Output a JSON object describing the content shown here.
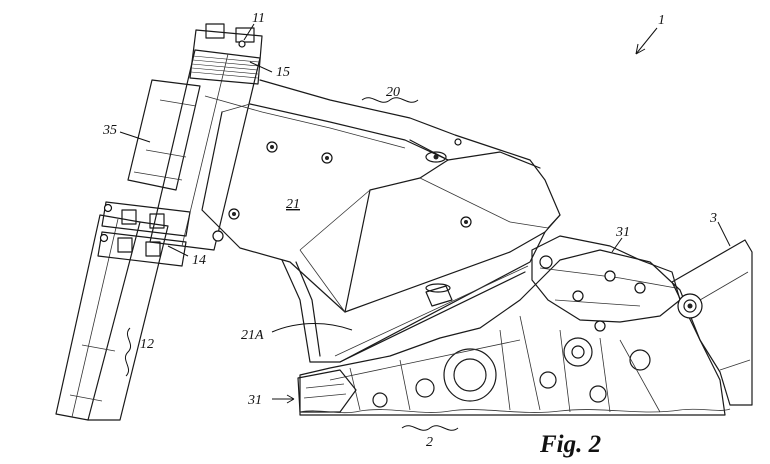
{
  "figure": {
    "caption": "Fig. 2",
    "labels": {
      "l1": "1",
      "l2": "2",
      "l3": "3",
      "l11": "11",
      "l12": "12",
      "l14": "14",
      "l15": "15",
      "l20": "20",
      "l21": "21",
      "l21a": "21A",
      "l31_top": "31",
      "l31_bottom": "31",
      "l35": "35"
    }
  }
}
